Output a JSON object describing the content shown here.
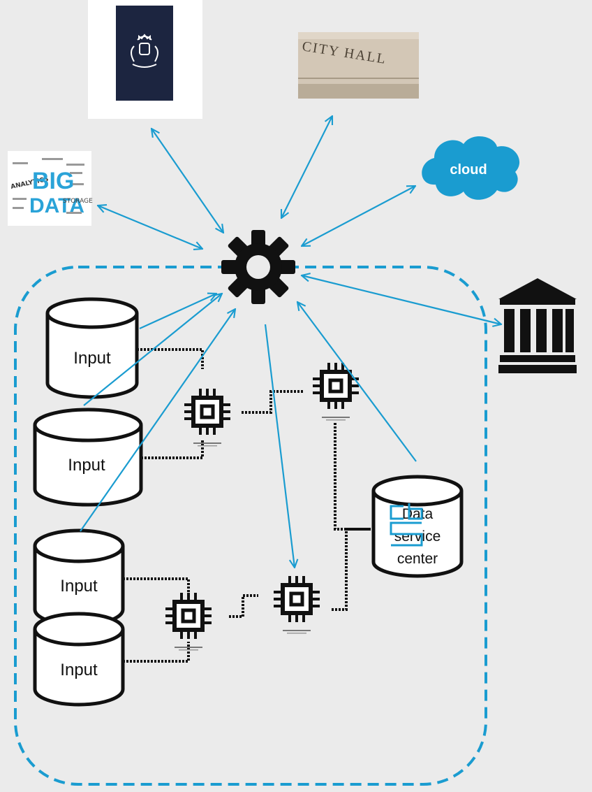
{
  "nodes": {
    "input_1": "Input",
    "input_2": "Input",
    "input_3": "Input",
    "input_4": "Input",
    "data_service_center": [
      "Data",
      "service",
      "center"
    ],
    "cloud": "cloud",
    "city_hall": "CITY HALL",
    "big_data": {
      "line1": "BIG",
      "line2": "DATA",
      "words": [
        "ANALYTICS",
        "STORAGE"
      ]
    }
  },
  "colors": {
    "arrow": "#1a9cd0",
    "boundary": "#1a9cd0",
    "cloud": "#1a9cd0",
    "gov_logo_bg": "#1c2540",
    "cbs_logo": "#1a9cd0",
    "background": "#ebebeb"
  },
  "icons": [
    "government-logo-icon",
    "city-hall-image",
    "big-data-image",
    "cloud-icon",
    "gear-icon",
    "bank-icon",
    "chip-icon",
    "cbs-logo-icon"
  ]
}
